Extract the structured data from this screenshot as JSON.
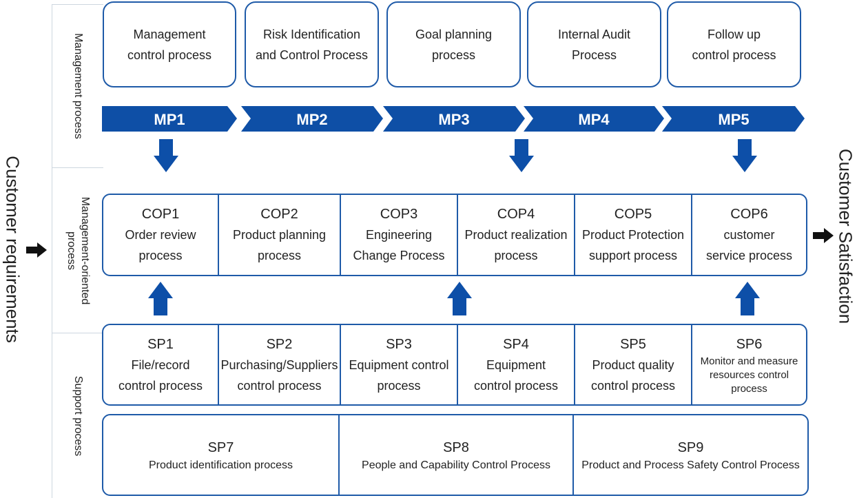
{
  "side": {
    "left": "Customer requirements",
    "right": "Customer Satisfaction"
  },
  "strips": [
    {
      "label": "Management process"
    },
    {
      "label": "Management-oriented process"
    },
    {
      "label": "Support process"
    }
  ],
  "management": [
    {
      "line1": "Management",
      "line2": "control process"
    },
    {
      "line1": "Risk Identification",
      "line2": "and Control Process"
    },
    {
      "line1": "Goal planning",
      "line2": "process"
    },
    {
      "line1": "Internal Audit",
      "line2": "Process"
    },
    {
      "line1": "Follow up",
      "line2": "control process"
    }
  ],
  "mp": [
    "MP1",
    "MP2",
    "MP3",
    "MP4",
    "MP5"
  ],
  "cop": [
    {
      "code": "COP1",
      "line1": "Order review",
      "line2": "process"
    },
    {
      "code": "COP2",
      "line1": "Product planning",
      "line2": "process"
    },
    {
      "code": "COP3",
      "line1": "Engineering",
      "line2": "Change Process"
    },
    {
      "code": "COP4",
      "line1": "Product realization",
      "line2": "process"
    },
    {
      "code": "COP5",
      "line1": "Product Protection",
      "line2": "support process"
    },
    {
      "code": "COP6",
      "line1": "customer",
      "line2": "service process"
    }
  ],
  "sp": [
    {
      "code": "SP1",
      "line1": "File/record",
      "line2": "control process"
    },
    {
      "code": "SP2",
      "line1": "Purchasing/Suppliers",
      "line2": "control process"
    },
    {
      "code": "SP3",
      "line1": "Equipment control",
      "line2": "process"
    },
    {
      "code": "SP4",
      "line1": "Equipment",
      "line2": "control process"
    },
    {
      "code": "SP5",
      "line1": "Product quality",
      "line2": "control process"
    },
    {
      "code": "SP6",
      "line1": "Monitor and measure",
      "line2": "resources control",
      "line3": "process"
    }
  ],
  "sp_bottom": [
    {
      "code": "SP7",
      "desc": "Product identification process"
    },
    {
      "code": "SP8",
      "desc": "People and Capability Control Process"
    },
    {
      "code": "SP9",
      "desc": "Product and Process Safety Control Process"
    }
  ],
  "colors": {
    "primary": "#1e5aa8",
    "arrow": "#0d4fa8",
    "chevron": "#0e4fa6"
  }
}
